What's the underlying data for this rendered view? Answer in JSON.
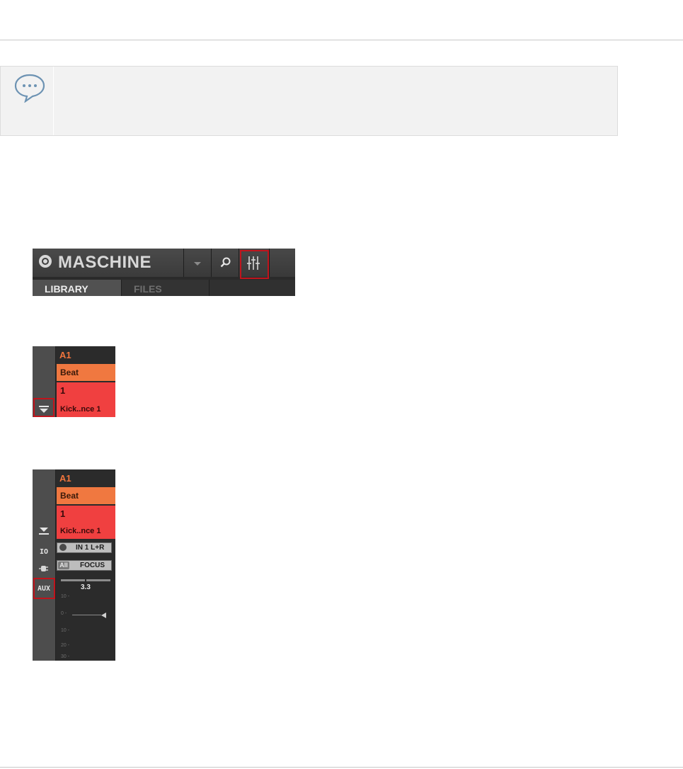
{
  "header": {
    "logo_text": "MASCHINE",
    "tabs": [
      "LIBRARY",
      "FILES",
      ""
    ]
  },
  "panel_a": {
    "group_label": "A1",
    "group_name": "Beat",
    "sound_number": "1",
    "sound_name": "Kick..nce 1"
  },
  "panel_b": {
    "group_label": "A1",
    "group_name": "Beat",
    "sound_number": "1",
    "sound_name": "Kick..nce 1",
    "side_io": "IO",
    "side_aux": "AUX",
    "input_label": "IN 1 L+R",
    "all_label": "All",
    "focus_label": "FOCUS",
    "meter_value": "3.3",
    "scale_ticks": [
      "10 -",
      "0 -",
      "10 -",
      "20 -",
      "30 -"
    ]
  },
  "colors": {
    "highlight": "#c0141c",
    "group_orange": "#f07840",
    "sound_red": "#f04040"
  },
  "icons": [
    "speech-bubble-icon",
    "search-icon",
    "mixer-icon",
    "dropdown-arrow-icon",
    "collapse-arrow-icon",
    "plug-icon"
  ]
}
